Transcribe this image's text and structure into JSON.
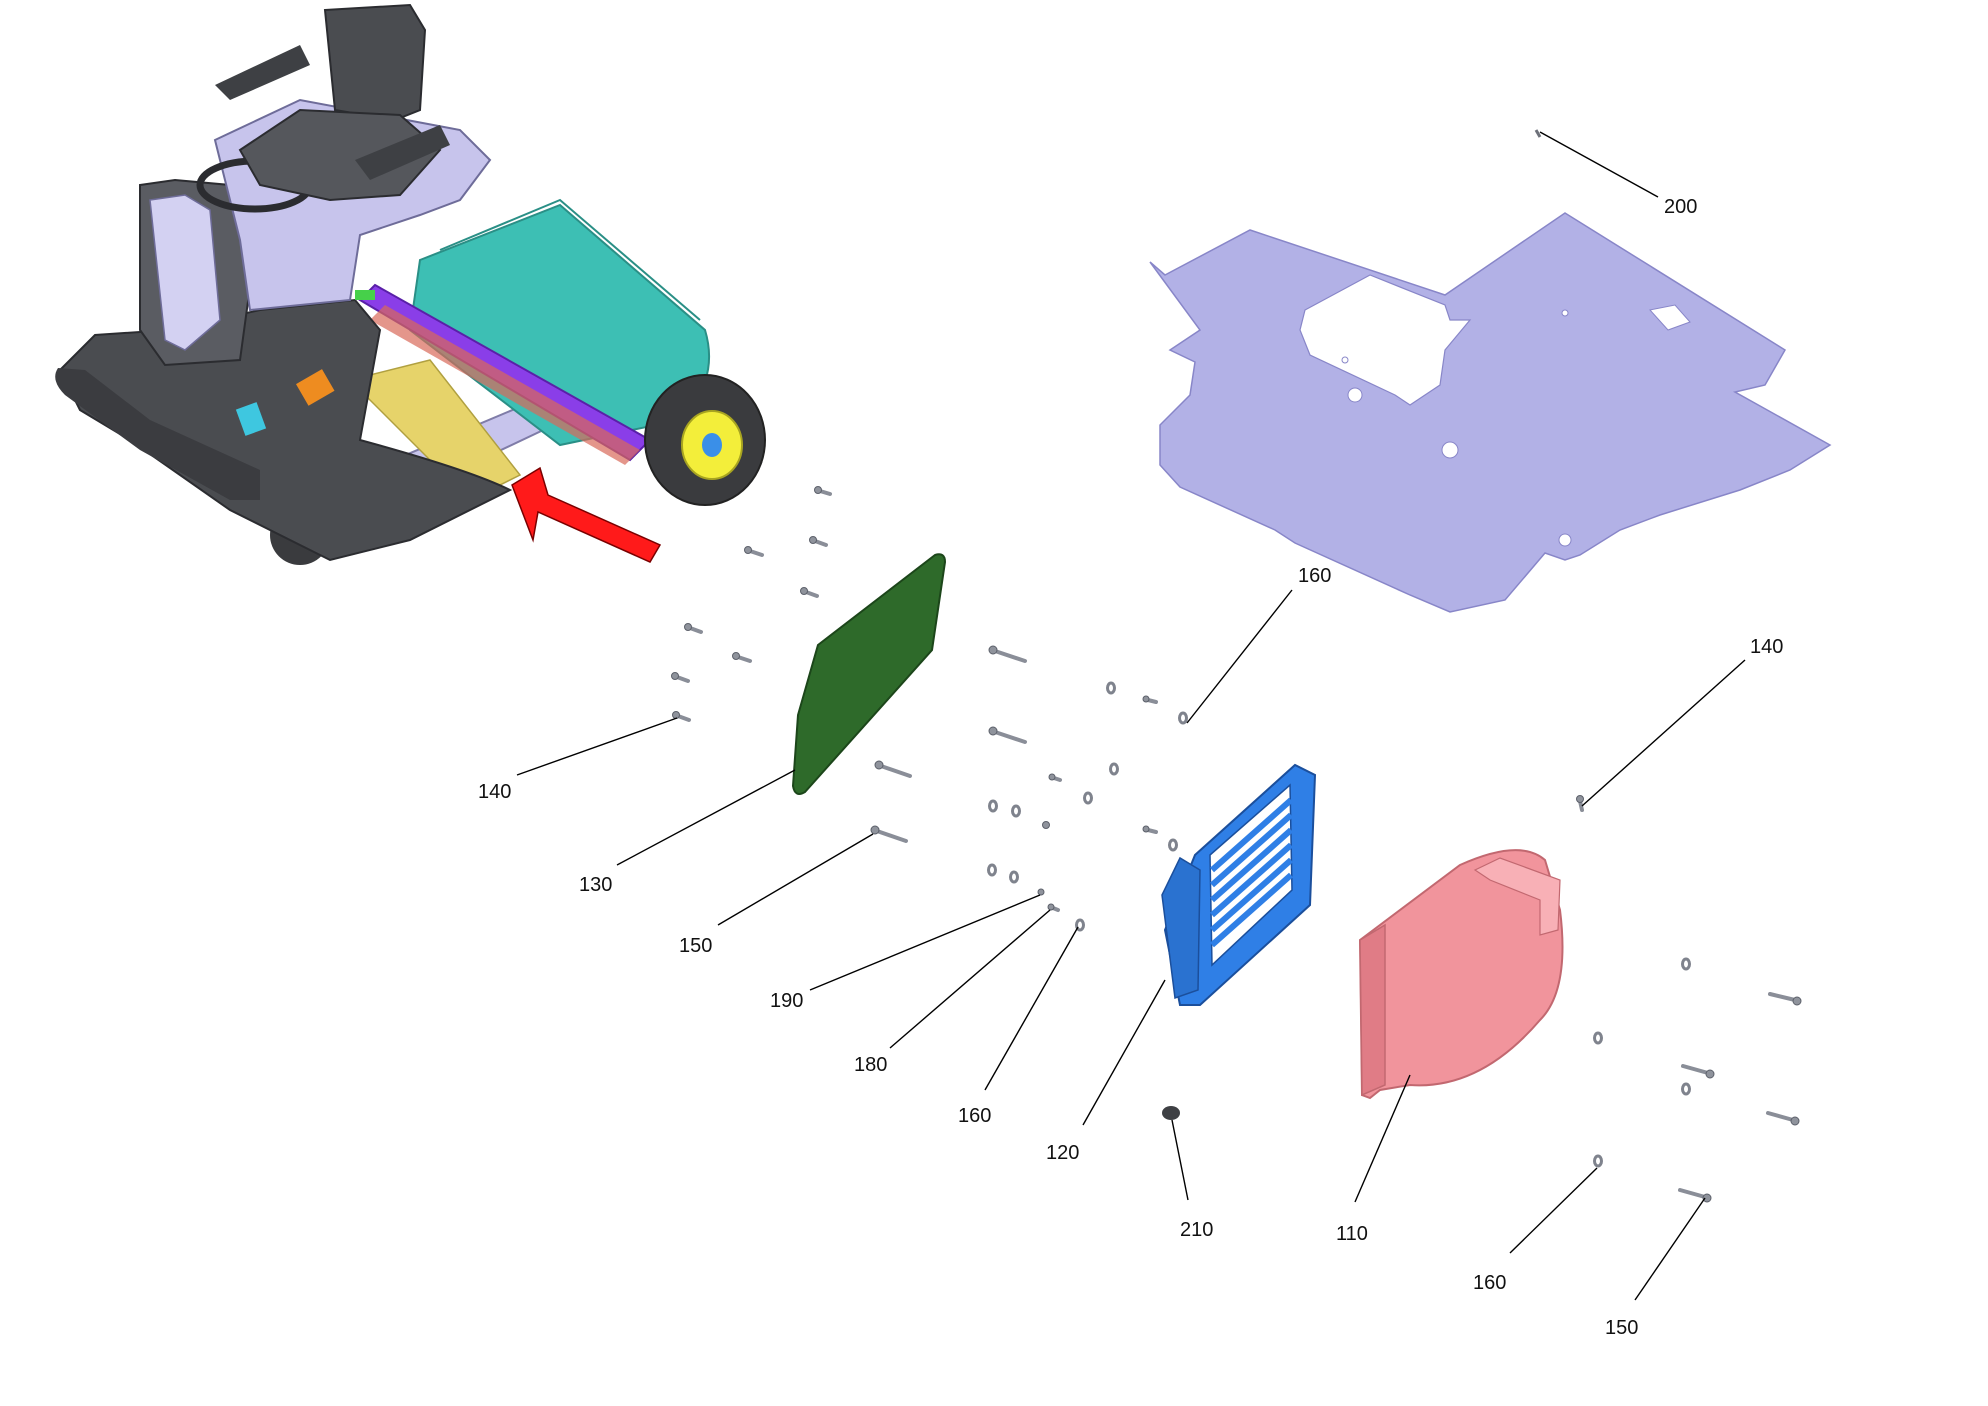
{
  "callouts": {
    "c200": "200",
    "c160_top": "160",
    "c140_right": "140",
    "c140_left": "140",
    "c130": "130",
    "c150_left": "150",
    "c190": "190",
    "c180": "180",
    "c160_mid": "160",
    "c120": "120",
    "c210": "210",
    "c110": "110",
    "c160_bottom": "160",
    "c150_bottom": "150"
  },
  "colors": {
    "machine_body": "#4a4c50",
    "machine_frame": "#c7c4ec",
    "hopper": "#3dbfb4",
    "roller": "#8a3ee8",
    "wheel_rim": "#f3ee3a",
    "arrow": "#ff1a1a",
    "floor_plate": "#b2b1e6",
    "cover_plate": "#2e6a2a",
    "grille": "#2f7fe6",
    "fan_housing": "#f1949c",
    "hardware": "#8f939c"
  },
  "icons": {
    "indicator": "red-arrow-icon"
  }
}
